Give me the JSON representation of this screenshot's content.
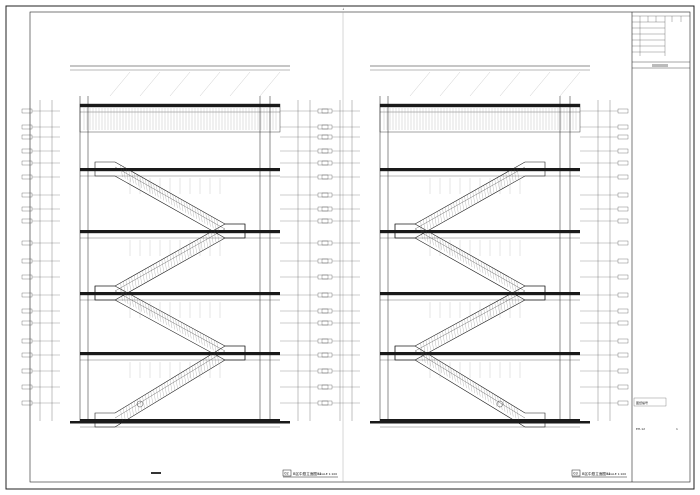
{
  "sheet": {
    "title_block": {
      "info_label": "图纸编号",
      "sheet_code": "EH-12",
      "page_no": "1"
    }
  },
  "drawings": [
    {
      "id": "left",
      "title": "B区中庭立面图01",
      "scale": "SCALE 1:100",
      "index": "02"
    },
    {
      "id": "right",
      "title": "B区中庭立面图01",
      "scale": "SCALE 1:100",
      "index": "03"
    }
  ],
  "colors": {
    "line": "#1a1a1a",
    "hatch": "#555555",
    "accent": "#2b2b2b"
  }
}
